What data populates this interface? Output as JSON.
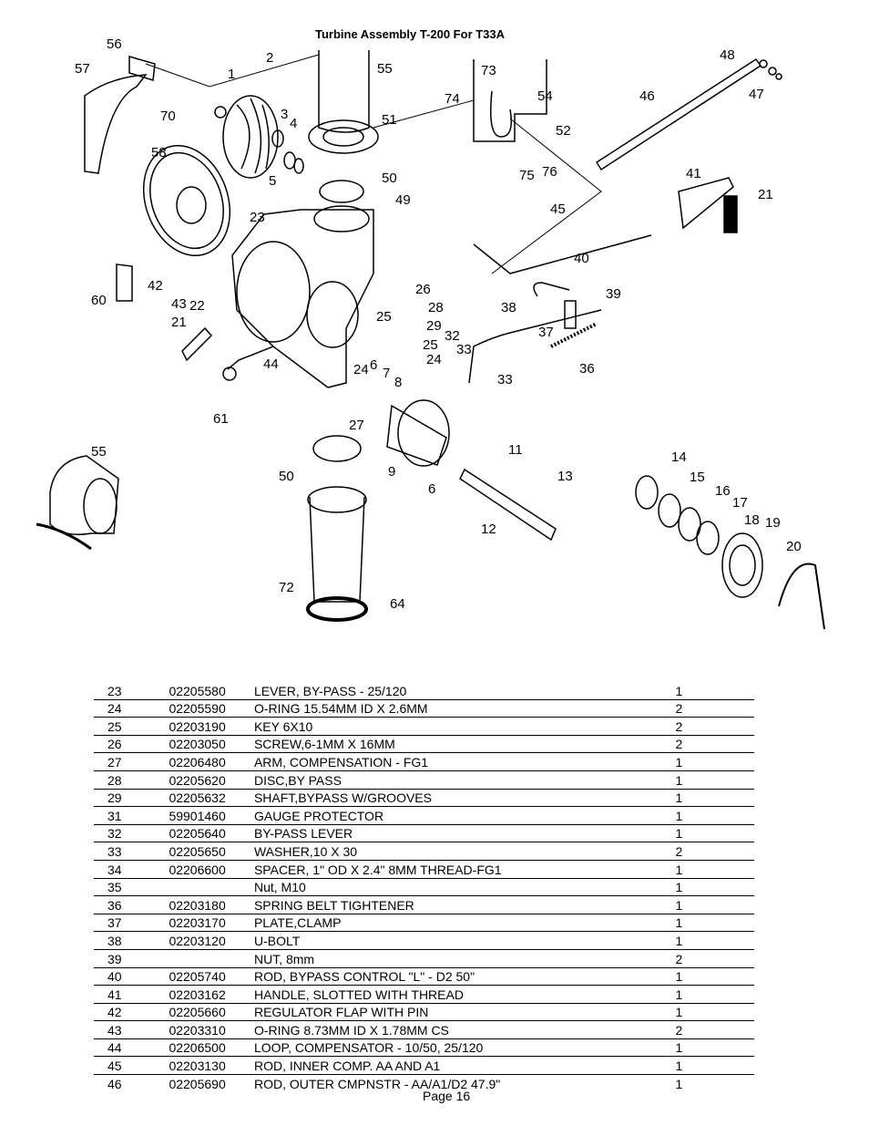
{
  "document": {
    "title": "Turbine Assembly T-200 For T33A",
    "page_label": "Page 16"
  },
  "diagram": {
    "callouts": [
      "56",
      "57",
      "1",
      "2",
      "55",
      "73",
      "74",
      "54",
      "48",
      "46",
      "47",
      "70",
      "3",
      "4",
      "51",
      "52",
      "58",
      "5",
      "50",
      "75",
      "76",
      "41",
      "21",
      "49",
      "23",
      "45",
      "40",
      "60",
      "42",
      "43",
      "22",
      "26",
      "28",
      "38",
      "39",
      "21",
      "25",
      "29",
      "25",
      "32",
      "33",
      "37",
      "36",
      "44",
      "24",
      "6",
      "7",
      "8",
      "24",
      "33",
      "61",
      "27",
      "11",
      "14",
      "55",
      "15",
      "9",
      "16",
      "50",
      "6",
      "13",
      "17",
      "18",
      "19",
      "12",
      "20",
      "72",
      "64"
    ]
  },
  "parts_table": {
    "rows": [
      {
        "item": "23",
        "part_no": "02205580",
        "description": "LEVER, BY-PASS - 25/120",
        "qty": "1"
      },
      {
        "item": "24",
        "part_no": "02205590",
        "description": "O-RING  15.54MM ID X 2.6MM",
        "qty": "2"
      },
      {
        "item": "25",
        "part_no": "02203190",
        "description": "KEY 6X10",
        "qty": "2"
      },
      {
        "item": "26",
        "part_no": "02203050",
        "description": "SCREW,6-1MM X 16MM",
        "qty": "2"
      },
      {
        "item": "27",
        "part_no": "02206480",
        "description": "ARM, COMPENSATION - FG1",
        "qty": "1"
      },
      {
        "item": "28",
        "part_no": "02205620",
        "description": "DISC,BY PASS",
        "qty": "1"
      },
      {
        "item": "29",
        "part_no": "02205632",
        "description": "SHAFT,BYPASS W/GROOVES",
        "qty": "1"
      },
      {
        "item": "31",
        "part_no": "59901460",
        "description": "GAUGE PROTECTOR",
        "qty": "1"
      },
      {
        "item": "32",
        "part_no": "02205640",
        "description": "BY-PASS LEVER",
        "qty": "1"
      },
      {
        "item": "33",
        "part_no": "02205650",
        "description": "WASHER,10 X 30",
        "qty": "2"
      },
      {
        "item": "34",
        "part_no": "02206600",
        "description": "SPACER, 1\" OD X 2.4\" 8MM THREAD-FG1",
        "qty": "1"
      },
      {
        "item": "35",
        "part_no": "",
        "description": "Nut, M10",
        "qty": "1"
      },
      {
        "item": "36",
        "part_no": "02203180",
        "description": "SPRING BELT TIGHTENER",
        "qty": "1"
      },
      {
        "item": "37",
        "part_no": "02203170",
        "description": "PLATE,CLAMP",
        "qty": "1"
      },
      {
        "item": "38",
        "part_no": "02203120",
        "description": "U-BOLT",
        "qty": "1"
      },
      {
        "item": "39",
        "part_no": "",
        "description": "NUT, 8mm",
        "qty": "2"
      },
      {
        "item": "40",
        "part_no": "02205740",
        "description": "ROD, BYPASS CONTROL \"L\" - D2 50\"",
        "qty": "1"
      },
      {
        "item": "41",
        "part_no": "02203162",
        "description": "HANDLE, SLOTTED WITH THREAD",
        "qty": "1"
      },
      {
        "item": "42",
        "part_no": "02205660",
        "description": "REGULATOR FLAP WITH PIN",
        "qty": "1"
      },
      {
        "item": "43",
        "part_no": "02203310",
        "description": "O-RING 8.73MM ID X 1.78MM CS",
        "qty": "2"
      },
      {
        "item": "44",
        "part_no": "02206500",
        "description": "LOOP, COMPENSATOR - 10/50, 25/120",
        "qty": "1"
      },
      {
        "item": "45",
        "part_no": "02203130",
        "description": "ROD, INNER COMP. AA AND A1",
        "qty": "1"
      },
      {
        "item": "46",
        "part_no": "02205690",
        "description": "ROD, OUTER CMPNSTR - AA/A1/D2 47.9\"",
        "qty": "1"
      }
    ]
  }
}
